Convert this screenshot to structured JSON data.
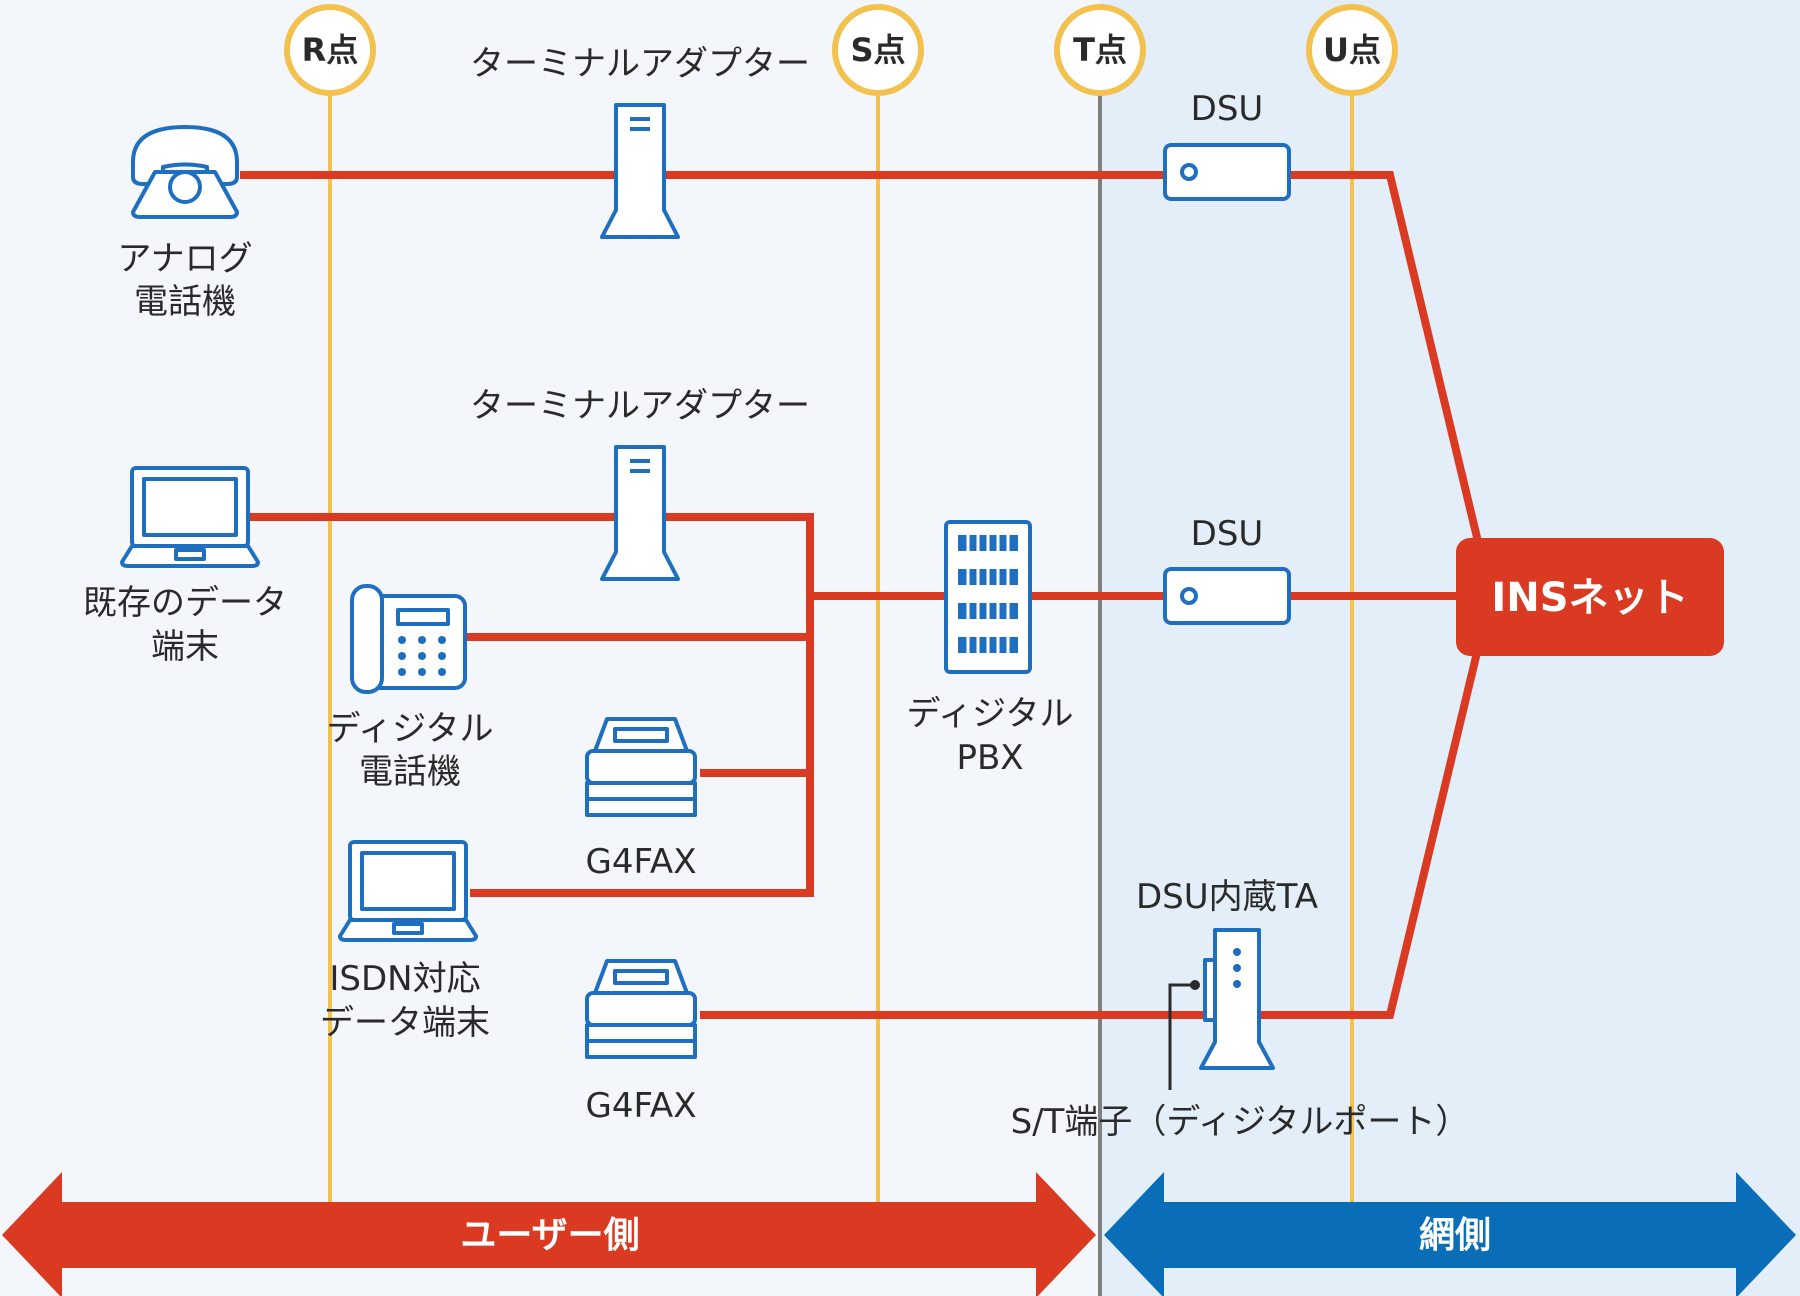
{
  "ref_points": {
    "r": "R点",
    "s": "S点",
    "t": "T点",
    "u": "U点"
  },
  "devices": {
    "analog_phone": [
      "アナログ",
      "電話機"
    ],
    "ta_top": "ターミナルアダプター",
    "ta_mid": "ターミナルアダプター",
    "legacy_terminal": [
      "既存のデータ",
      "端末"
    ],
    "digital_phone": [
      "ディジタル",
      "電話機"
    ],
    "g4fax_1": "G4FAX",
    "isdn_terminal": [
      "ISDN対応",
      "データ端末"
    ],
    "g4fax_2": "G4FAX",
    "pbx": [
      "ディジタル",
      "PBX"
    ],
    "dsu_top": "DSU",
    "dsu_mid": "DSU",
    "dsu_ta": "DSU内蔵TA",
    "st_port": "S/T端子（ディジタルポート）",
    "ins_net": "INSネット"
  },
  "sides": {
    "user": "ユーザー側",
    "network": "網側"
  },
  "colors": {
    "line": "#d93a21",
    "user_arrow": "#d93a21",
    "net_arrow": "#0a6db8",
    "ref_line": "#f2c14e",
    "icon": "#1f6fc0",
    "net_bg": "#e3eef9",
    "user_bg": "#f3f6fa"
  }
}
